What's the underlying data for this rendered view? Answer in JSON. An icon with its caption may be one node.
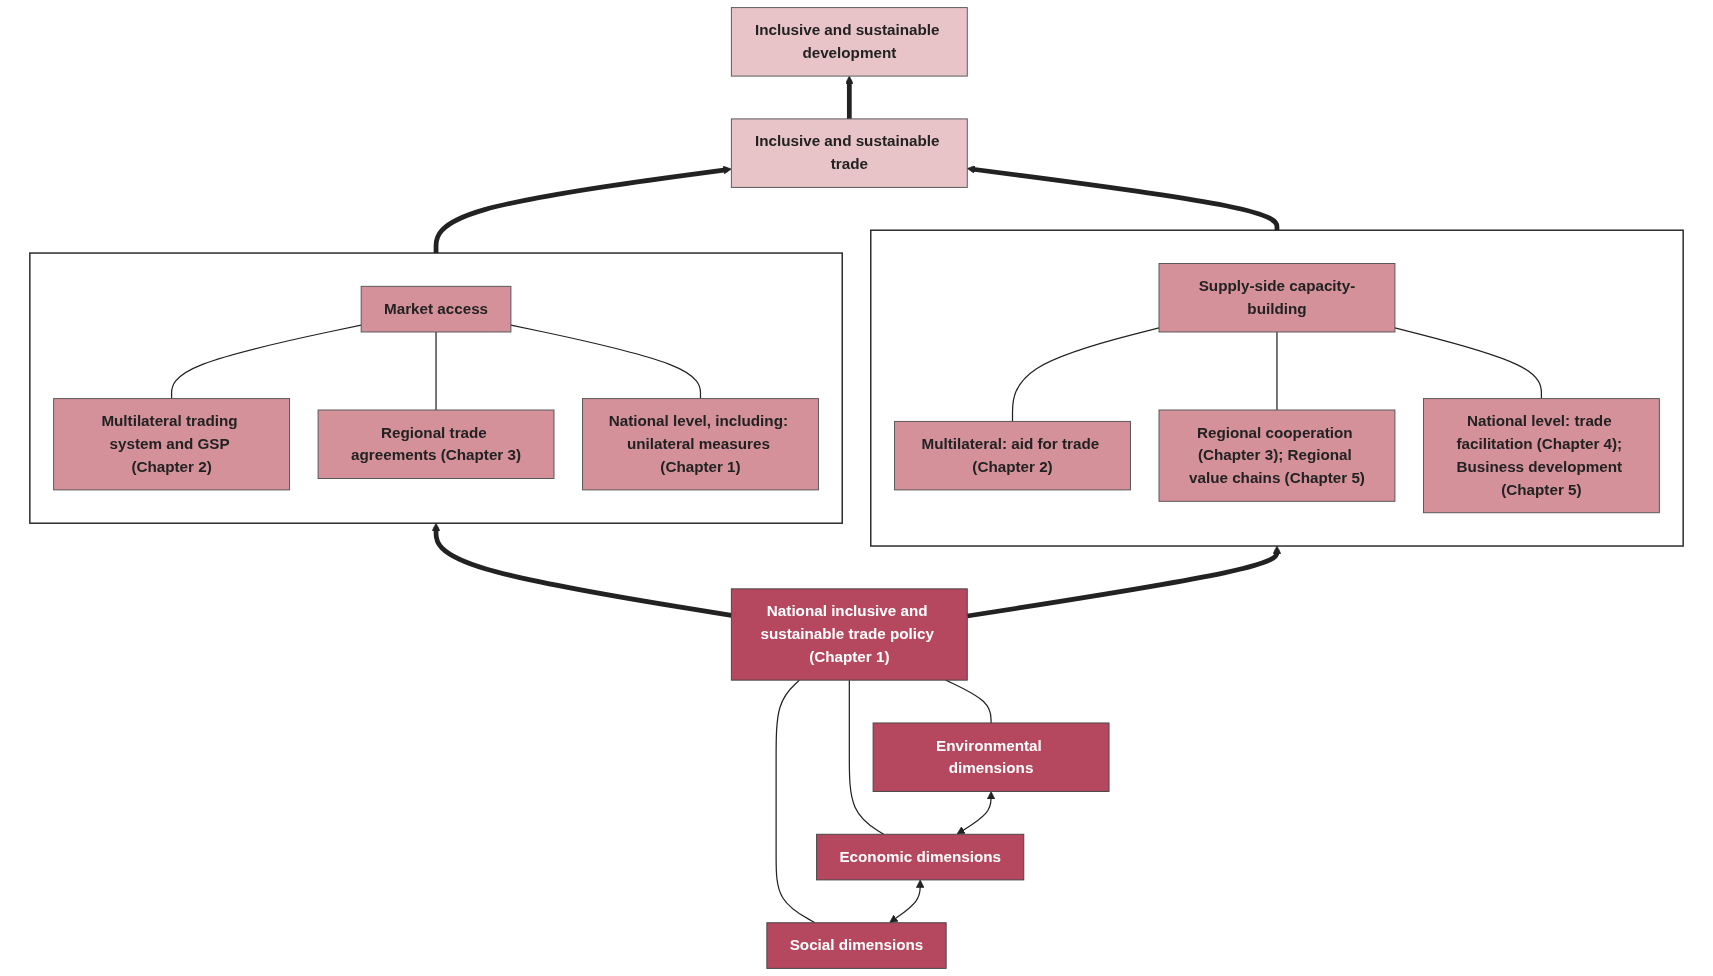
{
  "diagram": {
    "nodes": [
      {
        "text": [
          "Inclusive and sustainable development"
        ]
      },
      {
        "text": [
          "Inclusive and sustainable trade"
        ]
      },
      {
        "text": [],
        "shape": "box"
      },
      {
        "text": [
          "Market access"
        ],
        "in": 2
      },
      {
        "text": [
          "Multilateral trading system and GSP (Chapter 2)"
        ],
        "in": 2
      },
      {
        "text": [
          "Regional trade agreements (Chapter 3)"
        ],
        "in": 2
      },
      {
        "text": [
          "National level, including: unilateral measures (Chapter 1)"
        ],
        "in": 2
      },
      {
        "text": [],
        "shape": "box"
      },
      {
        "text": [
          "Supply-side capacity-building"
        ],
        "in": 7
      },
      {
        "text": [
          "Multilateral: aid for trade (Chapter 2)"
        ],
        "in": 7
      },
      {
        "text": [
          "Regional cooperation (Chapter 3); Regional value chains (Chapter 5)"
        ],
        "in": 7
      },
      {
        "text": [
          "National level: trade facilitation (Chapter 4); Business development (Chapter 5)"
        ],
        "in": 7
      },
      {
        "text": [
          "National inclusive and sustainable trade policy (Chapter 1)"
        ]
      },
      {
        "text": [
          "Social dimensions"
        ]
      },
      {
        "text": [
          "Economic dimensions"
        ]
      },
      {
        "text": [
          "Environmental dimensions"
        ]
      }
    ],
    "edges": [
      {
        "from": 1,
        "to": 0,
        "arrow": "to",
        "style": "thick"
      },
      {
        "from": 2,
        "to": 1,
        "arrow": "to",
        "style": "thick"
      },
      {
        "from": 7,
        "to": 1,
        "arrow": "to",
        "style": "thick"
      },
      {
        "from": 4,
        "to": 3,
        "arrow": "none"
      },
      {
        "from": 5,
        "to": 3,
        "arrow": "none"
      },
      {
        "from": 6,
        "to": 3,
        "arrow": "none"
      },
      {
        "from": 9,
        "to": 8,
        "arrow": "none"
      },
      {
        "from": 10,
        "to": 8,
        "arrow": "none"
      },
      {
        "from": 11,
        "to": 8,
        "arrow": "none"
      },
      {
        "from": 12,
        "to": 2,
        "arrow": "to",
        "style": "thick"
      },
      {
        "from": 12,
        "to": 7,
        "arrow": "to",
        "style": "thick"
      },
      {
        "from": 13,
        "to": 12,
        "arrow": "none"
      },
      {
        "from": 14,
        "to": 12,
        "arrow": "none"
      },
      {
        "from": 15,
        "to": 12,
        "arrow": "none"
      },
      {
        "from": 13,
        "to": 14,
        "arrow": "both"
      },
      {
        "from": 14,
        "to": 15,
        "arrow": "both"
      }
    ]
  }
}
